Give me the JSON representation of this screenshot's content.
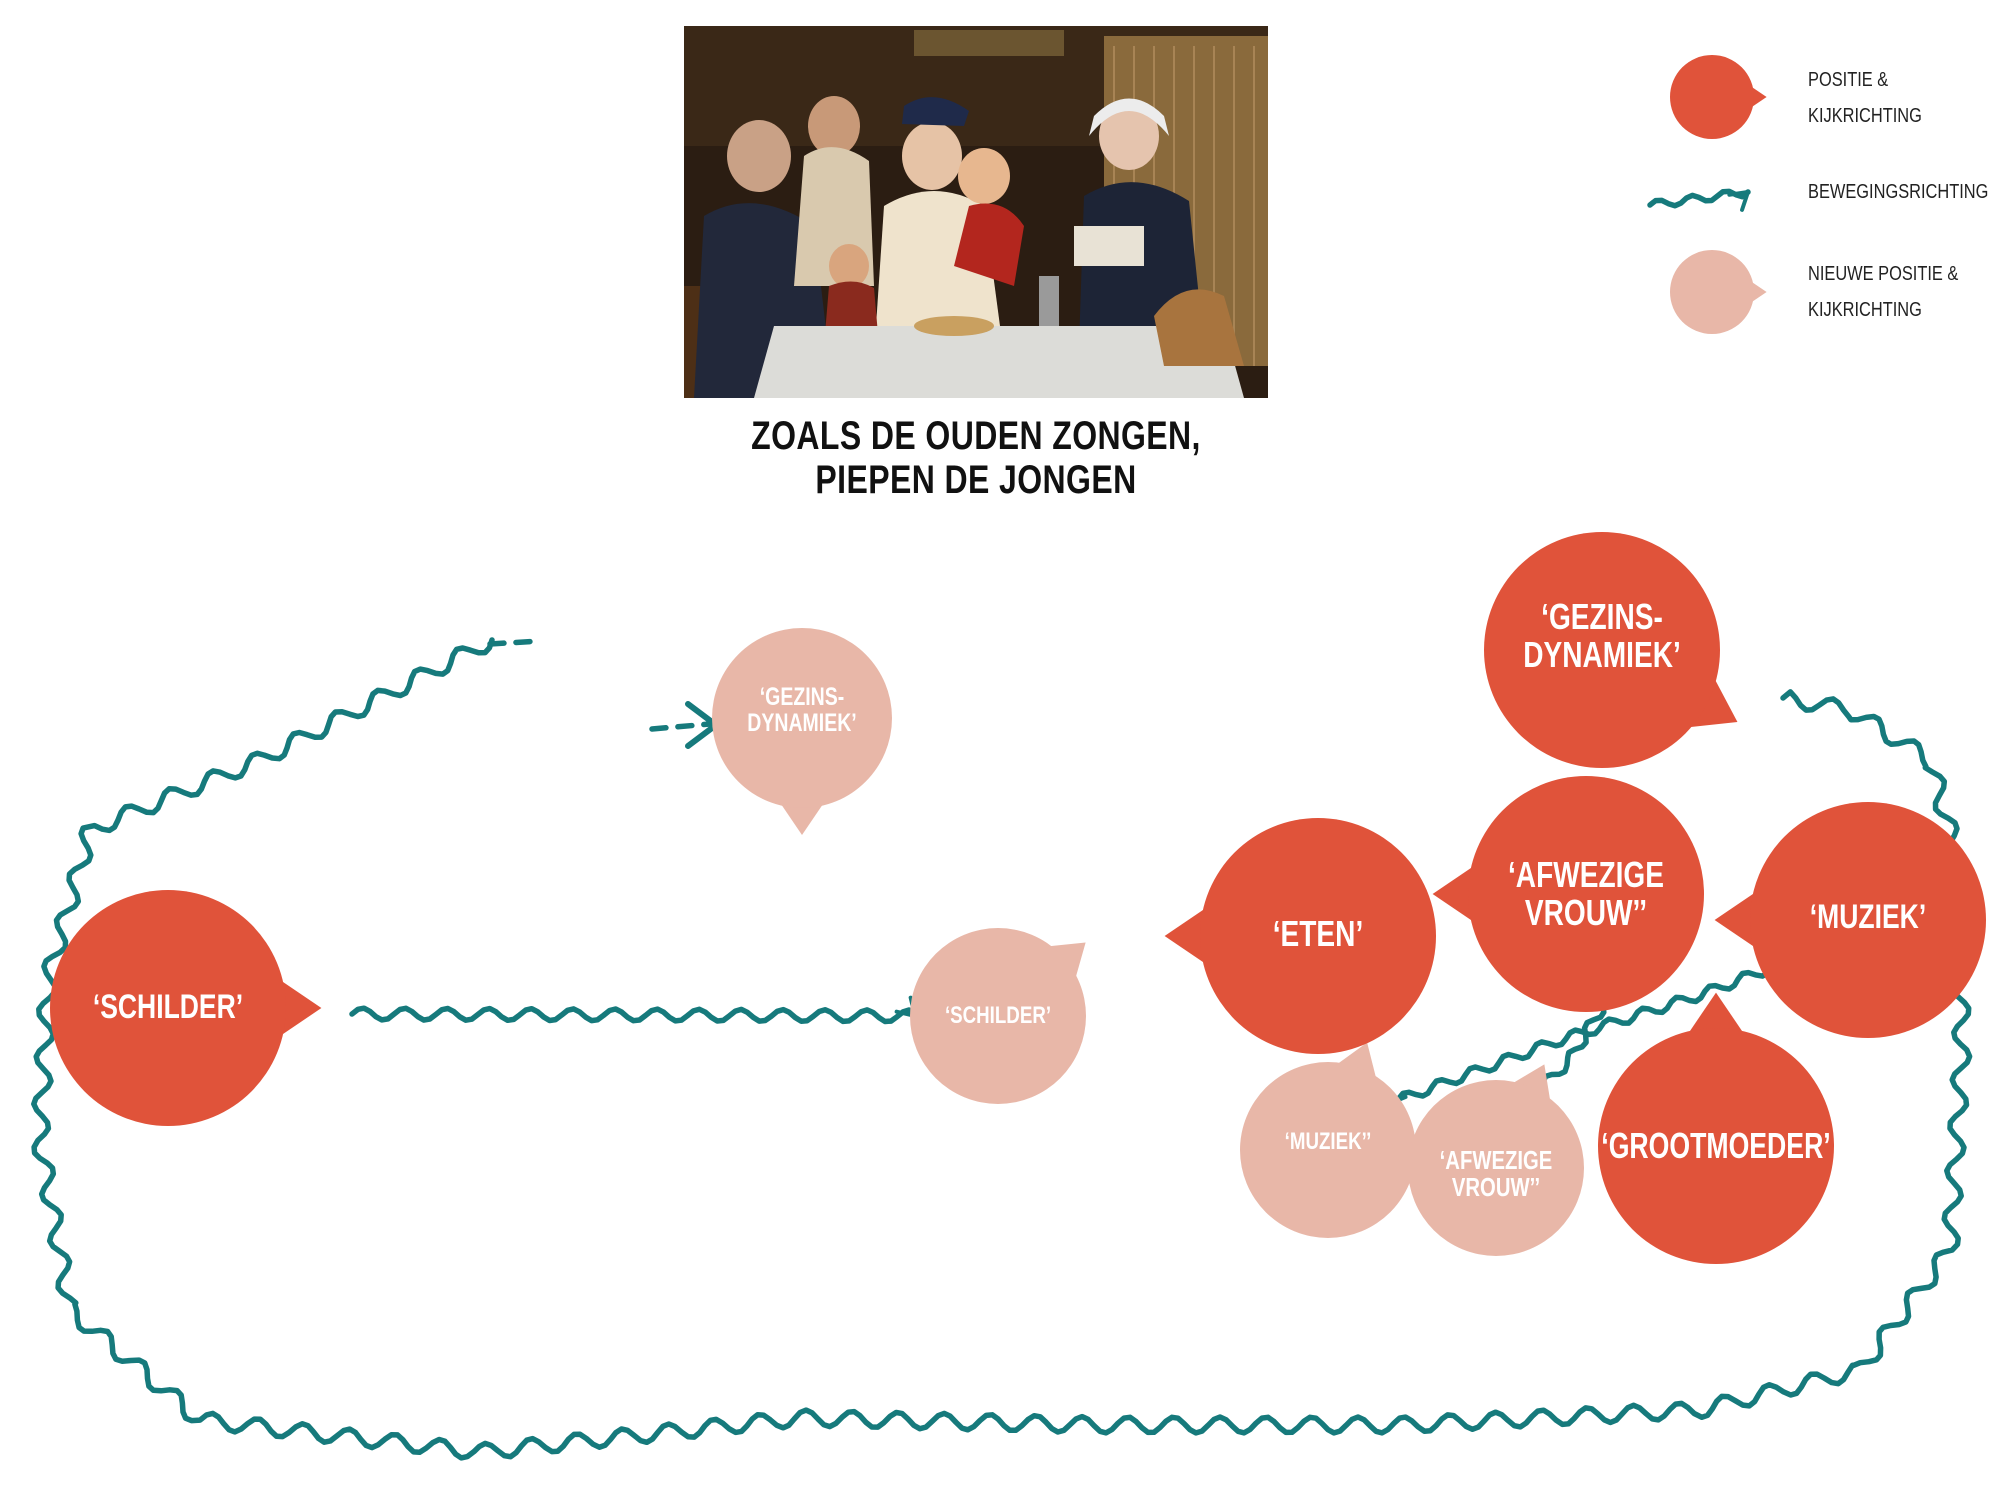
{
  "painting": {
    "title_line1": "ZOALS DE OUDEN ZONGEN,",
    "title_line2": "PIEPEN DE JONGEN"
  },
  "legend": {
    "position": {
      "line1": "POSITIE &",
      "line2": "KIJKRICHTING"
    },
    "movement": {
      "line1": "BEWEGINGSRICHTING"
    },
    "new_position": {
      "line1": "NIEUWE POSITIE &",
      "line2": "KIJKRICHTING"
    }
  },
  "colors": {
    "position": "#e0533a",
    "new_position": "#e8b7a8",
    "arrow": "#167a7c"
  },
  "nodes": {
    "schilder": "‘SCHILDER’",
    "eten": "‘ETEN’",
    "afwezige_vrouw": {
      "line1": "‘AFWEZIGE",
      "line2": "VROUW’’"
    },
    "muziek": "‘MUZIEK’",
    "gezinsdynamiek": {
      "line1": "‘GEZINS-",
      "line2": "DYNAMIEK’"
    },
    "grootmoeder": "‘GROOTMOEDER’",
    "new_gezinsdynamiek": {
      "line1": "‘GEZINS-",
      "line2": "DYNAMIEK’"
    },
    "new_schilder": "‘SCHILDER’",
    "new_muziek": "‘MUZIEK’’",
    "new_afwezige_vrouw": {
      "line1": "‘AFWEZIGE",
      "line2": "VROUW’’"
    }
  }
}
